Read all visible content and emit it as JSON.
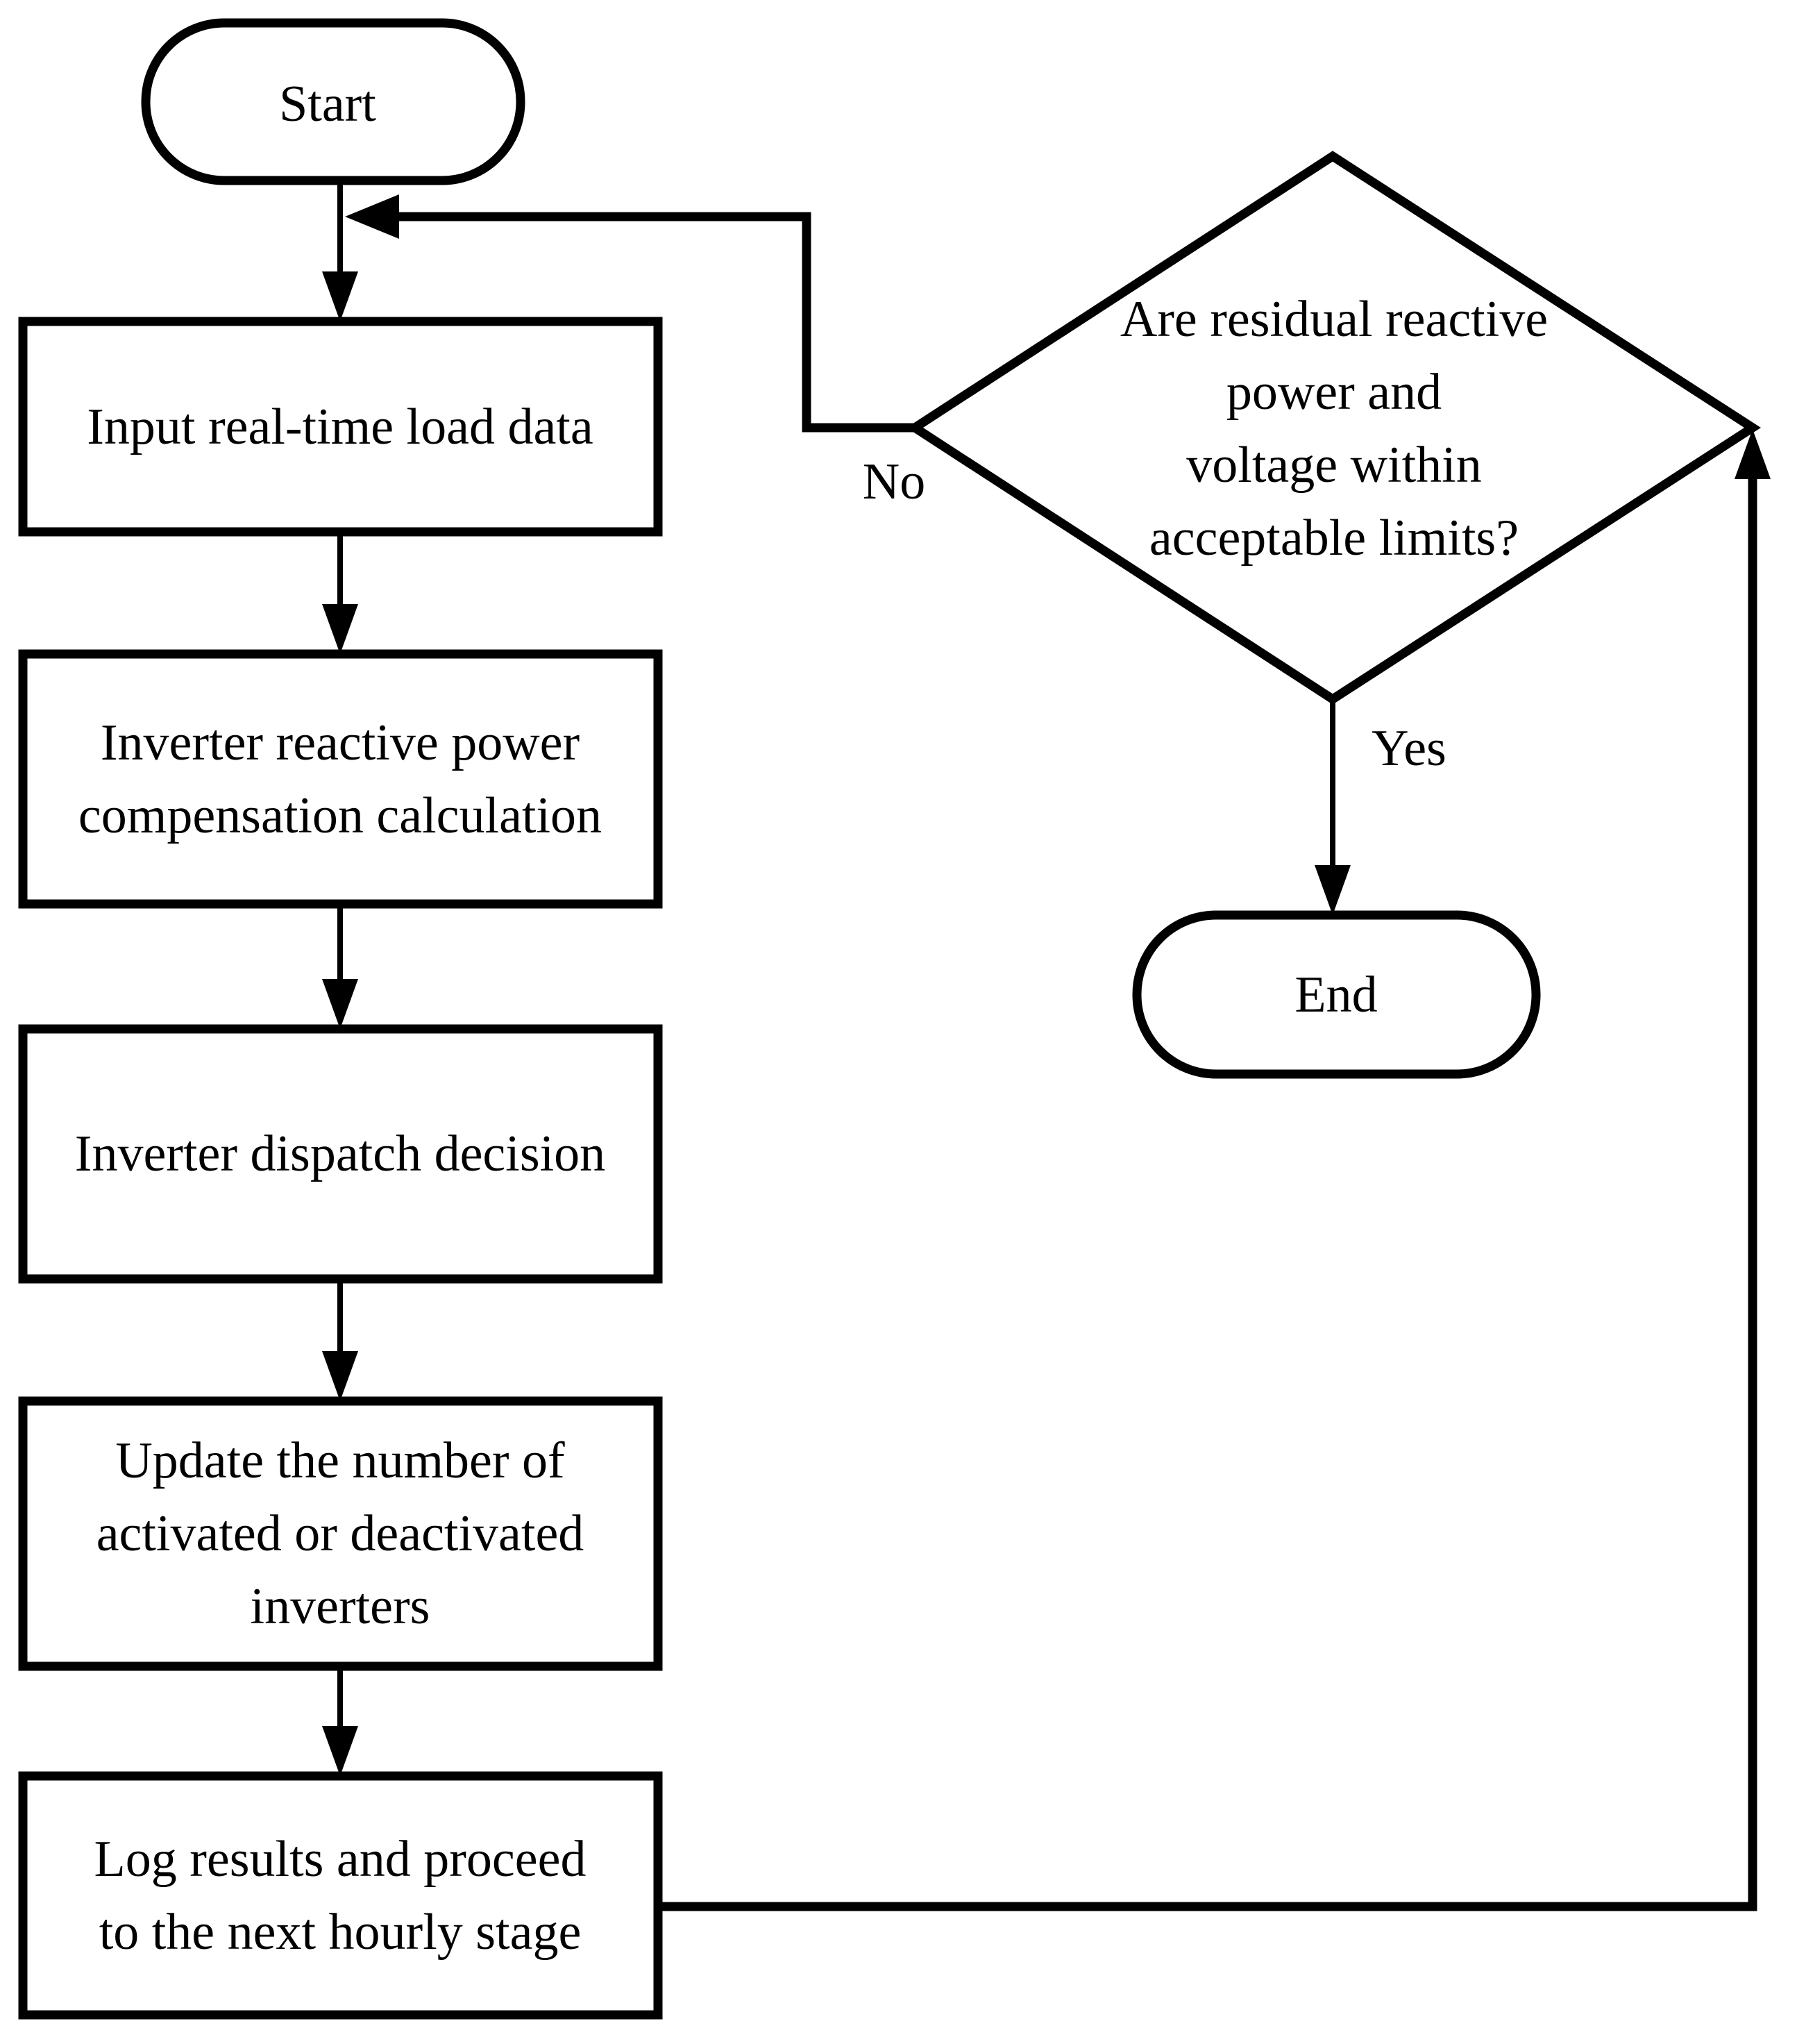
{
  "figure": {
    "background": "#ffffff",
    "line_color": "#000000",
    "text_color": "#000000",
    "nodes": {
      "start": {
        "type": "terminator",
        "label": "Start"
      },
      "input_load": {
        "type": "process",
        "lines": [
          "Input real-time load data"
        ]
      },
      "reactive_calc": {
        "type": "process",
        "lines": [
          "Inverter reactive power",
          "compensation calculation"
        ]
      },
      "dispatch": {
        "type": "process",
        "lines": [
          "Inverter dispatch decision"
        ]
      },
      "update_count": {
        "type": "process",
        "lines": [
          "Update the number of",
          "activated or deactivated",
          "inverters"
        ]
      },
      "log_results": {
        "type": "process",
        "lines": [
          "Log results and proceed",
          "to the next hourly stage"
        ]
      },
      "limits_check": {
        "type": "decision",
        "lines": [
          "Are residual reactive",
          "power and",
          "voltage within",
          "acceptable limits?"
        ]
      },
      "end": {
        "type": "terminator",
        "label": "End"
      }
    },
    "edge_labels": {
      "no": "No",
      "yes": "Yes"
    }
  }
}
